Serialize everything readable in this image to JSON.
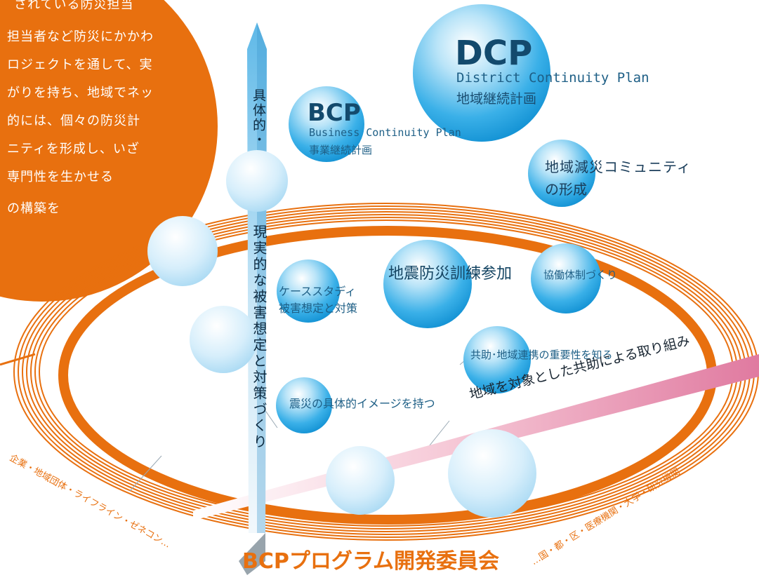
{
  "intro": {
    "lines": [
      "されている防災担当",
      "担当者など防災にかかわ",
      "ロジェクトを通して、実",
      "がりを持ち、地域でネッ",
      "的には、個々の防災計",
      "ニティを形成し、いざ",
      "専門性を生かせる",
      "の構築を"
    ]
  },
  "dcp": {
    "title": "DCP",
    "sub_en": "District Continuity Plan",
    "sub_ja": "地域継続計画"
  },
  "bcp": {
    "title": "BCP",
    "sub_en": "Business Continuity Plan",
    "sub_ja": "事業継続計画"
  },
  "community": {
    "line1": "地域減災コミュニティ",
    "line2": "の形成"
  },
  "vertical_axis": {
    "upper": "具体的・",
    "lower": "現実的な被害想定と対策づくり"
  },
  "inner": {
    "case_study_1": "ケーススタディ",
    "case_study_2": "被害想定と対策",
    "drill": "地震防災訓練参加",
    "cooperation": "協働体制づくり",
    "mutual_aid": "共助･地域連携の重要性を知る",
    "imagery": "震災の具体的イメージを持つ"
  },
  "diagonal_axis": "地域を対象とした共助による取り組み",
  "ring": {
    "left_label": "企業・地域団体・ライフライン・ゼネコン…",
    "center_title": "BCPプログラム開発委員会",
    "right_label": "…国・都・区・医療機関・大学・研究機関"
  },
  "colors": {
    "orange": "#e8700f",
    "sphere_blue": "#2aa3df",
    "text_blue": "#1e5f86",
    "pink_band": "#e48aa8"
  }
}
